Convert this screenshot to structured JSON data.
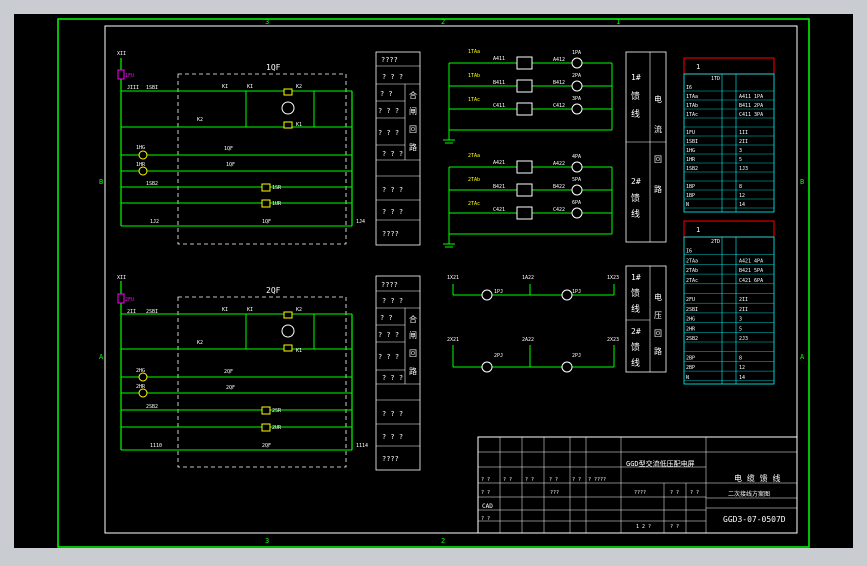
{
  "zone_numbers": {
    "top": [
      "3",
      "2",
      "1"
    ],
    "bottom": [
      "3",
      "2"
    ],
    "left": [
      "B",
      "A"
    ],
    "right": [
      "B",
      "A"
    ]
  },
  "breaker_labels": {
    "upper": "1QF",
    "lower": "2QF"
  },
  "upper_circuit": {
    "left_labels": [
      "XII",
      "1FU",
      "JIII",
      "1SBI",
      "1HG",
      "1HR",
      "1SB2",
      "1J2"
    ],
    "right_labels": [
      "1J4"
    ],
    "small_nums": [
      "KI",
      "KI",
      "K2",
      "K1",
      "K2",
      "1QF",
      "1QF",
      "1SR",
      "1UR",
      "1QF"
    ],
    "desc_box": [
      "????",
      "? ? ?",
      "? ?",
      "? ? ?",
      "? ? ?",
      "? ? ?",
      "? ? ?",
      "? ? ?",
      "????"
    ],
    "side_text": [
      "合",
      "闸",
      "回",
      "路"
    ]
  },
  "lower_circuit": {
    "left_labels": [
      "XII",
      "2FU",
      "2II",
      "2SBI",
      "2HG",
      "2HR",
      "2SB2",
      "1110"
    ],
    "right_labels": [
      "1114"
    ],
    "small_nums": [
      "KI",
      "KI",
      "K2",
      "K1",
      "K2",
      "2QF",
      "2QF",
      "2SR",
      "2UR",
      "2QF"
    ],
    "desc_box": [
      "????",
      "? ? ?",
      "? ?",
      "? ? ?",
      "? ? ?",
      "? ? ?",
      "? ? ?",
      "? ? ?",
      "????"
    ],
    "side_text": [
      "合",
      "闸",
      "回",
      "路"
    ]
  },
  "current_group1": {
    "cts": [
      "1TAa",
      "1TAb",
      "1TAc"
    ],
    "wires": [
      "A411",
      "B411",
      "C411"
    ],
    "meters": [
      "1PA",
      "2PA",
      "3PA"
    ],
    "meter_labels": [
      "A412",
      "B412",
      "C412"
    ]
  },
  "current_group2": {
    "cts": [
      "2TAa",
      "2TAb",
      "2TAc"
    ],
    "wires": [
      "A421",
      "B421",
      "C421"
    ],
    "meters": [
      "4PA",
      "5PA",
      "6PA"
    ],
    "meter_labels": [
      "A422",
      "B422",
      "C422"
    ]
  },
  "current_box": {
    "feeder1": [
      "1#",
      "馈",
      "线"
    ],
    "feeder2": [
      "2#",
      "馈",
      "线"
    ],
    "side": [
      "电",
      "流",
      "回",
      "路"
    ]
  },
  "voltage": {
    "row1_labels": [
      "1X21",
      "1A22",
      "1X23",
      "1PJ",
      "1PJ"
    ],
    "row2_labels": [
      "2X21",
      "2A22",
      "2X23",
      "2PJ",
      "2PJ"
    ]
  },
  "voltage_box": {
    "feeder1": [
      "1#",
      "馈",
      "线"
    ],
    "feeder2": [
      "2#",
      "馈",
      "线"
    ],
    "side": [
      "电",
      "压",
      "回",
      "路"
    ]
  },
  "terminal_upper": {
    "header": "1",
    "sub": "1TD",
    "rows": [
      [
        "I6",
        ""
      ],
      [
        "1TAa",
        "A411 1PA"
      ],
      [
        "1TAb",
        "B411 2PA"
      ],
      [
        "1TAc",
        "C411 3PA"
      ],
      [
        "",
        ""
      ],
      [
        "1FU",
        "1II"
      ],
      [
        "1SBI",
        "2II"
      ],
      [
        "1HG",
        "3"
      ],
      [
        "1HR",
        "5"
      ],
      [
        "1SB2",
        "1J3"
      ],
      [
        "",
        ""
      ],
      [
        "1BP",
        "8"
      ],
      [
        "1BP",
        "12"
      ],
      [
        "N",
        "14"
      ]
    ]
  },
  "terminal_lower": {
    "header": "1",
    "sub": "2TD",
    "rows": [
      [
        "I6",
        ""
      ],
      [
        "2TAa",
        "A421 4PA"
      ],
      [
        "2TAb",
        "B421 5PA"
      ],
      [
        "2TAc",
        "C421 6PA"
      ],
      [
        "",
        ""
      ],
      [
        "2FU",
        "2II"
      ],
      [
        "2SBI",
        "2II"
      ],
      [
        "2HG",
        "3"
      ],
      [
        "2HR",
        "5"
      ],
      [
        "2SB2",
        "2J3"
      ],
      [
        "",
        ""
      ],
      [
        "2BP",
        "8"
      ],
      [
        "2BP",
        "12"
      ],
      [
        "N",
        "14"
      ]
    ]
  },
  "title_block": {
    "company": "GGD型交流低压配电屏",
    "title1": "电 缆 馈 线",
    "title2": "二次接线方案图",
    "drawing_no": "GGD3-07-0507D",
    "cad_label": "CAD",
    "cells": [
      "? ?",
      "? ?",
      "? ?",
      "? ?",
      "???",
      "? ?",
      "? ????",
      "? ?",
      "????",
      "? ?",
      "? ?",
      "? ?",
      "1 2 ?",
      "? ?"
    ]
  },
  "colors": {
    "background": "#000000",
    "wire": "#00ff00",
    "text": "#ffffff",
    "grid": "#ffffff",
    "accent": "#ff00ff",
    "terminal_header": "#ff0000",
    "meter": "#ffff00",
    "component": "#00ffff"
  }
}
